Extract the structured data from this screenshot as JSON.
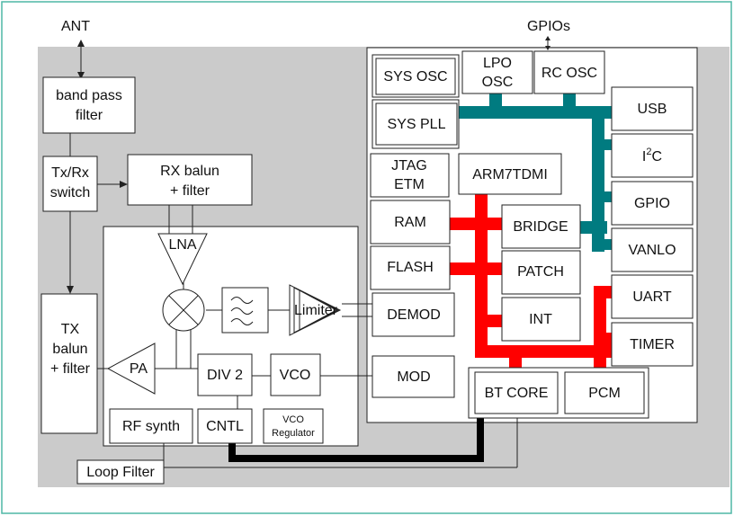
{
  "labels": {
    "ant": "ANT",
    "gpios": "GPIOs",
    "band_pass_1": "band pass",
    "band_pass_2": "filter",
    "txrx_1": "Tx/Rx",
    "txrx_2": "switch",
    "rx_balun_1": "RX balun",
    "rx_balun_2": "+ filter",
    "tx_balun_1": "TX",
    "tx_balun_2": "balun",
    "tx_balun_3": "+ filter",
    "lna": "LNA",
    "pa": "PA",
    "limiter": "Limiter",
    "demod": "DEMOD",
    "div2": "DIV 2",
    "vco": "VCO",
    "mod": "MOD",
    "rf_synth": "RF synth",
    "cntl": "CNTL",
    "vco_reg_1": "VCO",
    "vco_reg_2": "Regulator",
    "loop_filter": "Loop Filter",
    "sys_osc": "SYS OSC",
    "lpo_osc_1": "LPO",
    "lpo_osc_2": "OSC",
    "rc_osc": "RC OSC",
    "sys_pll": "SYS PLL",
    "usb": "USB",
    "i2c_main": "I",
    "i2c_sup": "2",
    "i2c_end": "C",
    "gpio": "GPIO",
    "vanlo": "VANLO",
    "jtag_1": "JTAG",
    "jtag_2": "ETM",
    "arm": "ARM7TDMI",
    "ram": "RAM",
    "bridge": "BRIDGE",
    "flash": "FLASH",
    "patch": "PATCH",
    "int": "INT",
    "uart": "UART",
    "timer": "TIMER",
    "bt_core": "BT CORE",
    "pcm": "PCM"
  },
  "colors": {
    "frame": "#4fb7a6",
    "background": "#cbcbcb",
    "bus_teal": "#007b80",
    "bus_red": "#ff0000",
    "bus_black": "#000000"
  }
}
